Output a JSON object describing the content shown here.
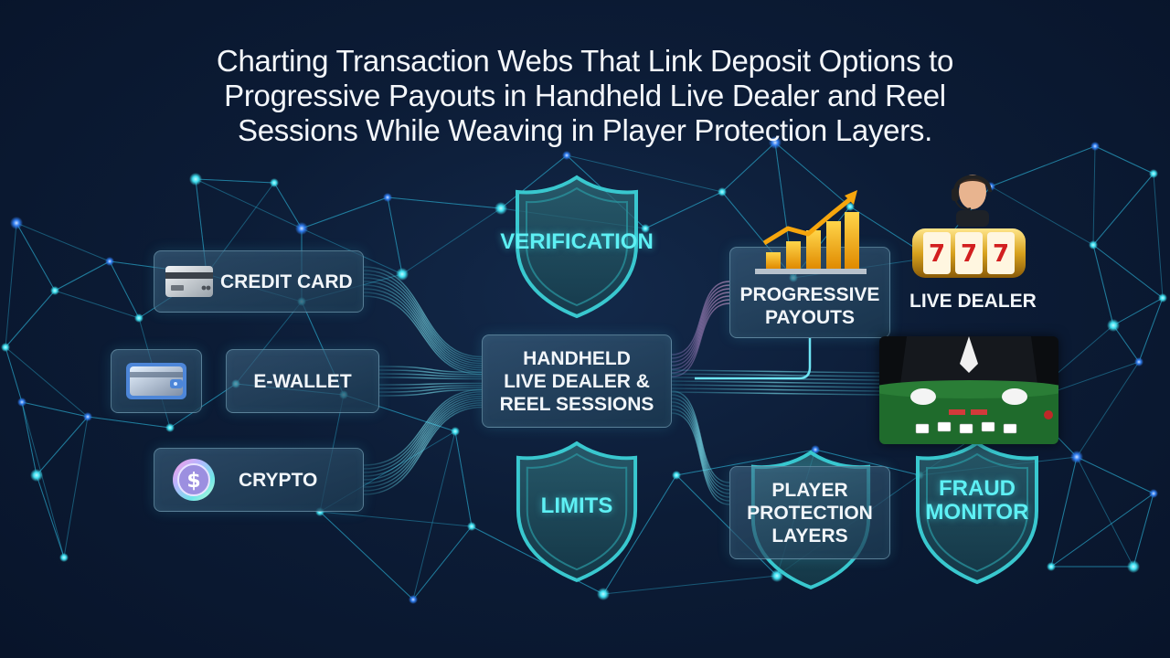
{
  "title_lines": [
    "Charting Transaction Webs That Link Deposit Options to",
    "Progressive Payouts in Handheld Live Dealer and Reel",
    "Sessions While Weaving in Player Protection Layers."
  ],
  "deposit_options": {
    "credit_card": "CREDIT CARD",
    "e_wallet": "E-WALLET",
    "crypto": "CRYPTO"
  },
  "hub": [
    "HANDHELD",
    "LIVE DEALER &",
    "REEL SESSIONS"
  ],
  "shields": {
    "verification": "VERIFICATION",
    "limits": "LIMITS",
    "fraud_monitor": [
      "FRAUD",
      "MONITOR"
    ]
  },
  "outputs": {
    "progressive_payouts": [
      "PROGRESSIVE",
      "PAYOUTS"
    ],
    "live_dealer": "LIVE DEALER",
    "player_protection": [
      "PLAYER",
      "PROTECTION",
      "LAYERS"
    ]
  },
  "slot_reels": [
    "7",
    "7",
    "7"
  ],
  "colors": {
    "background": "#0c1c36",
    "network_line": "#2aa7c9",
    "node_glow": "#3fe0f0",
    "shield_text": "#5ef0f4",
    "payout_bar": "#f2a818"
  },
  "icons": [
    "credit-card-icon",
    "wallet-icon",
    "crypto-coin-icon",
    "growth-chart-icon",
    "slot-machine-icon",
    "dealer-headset-icon"
  ]
}
